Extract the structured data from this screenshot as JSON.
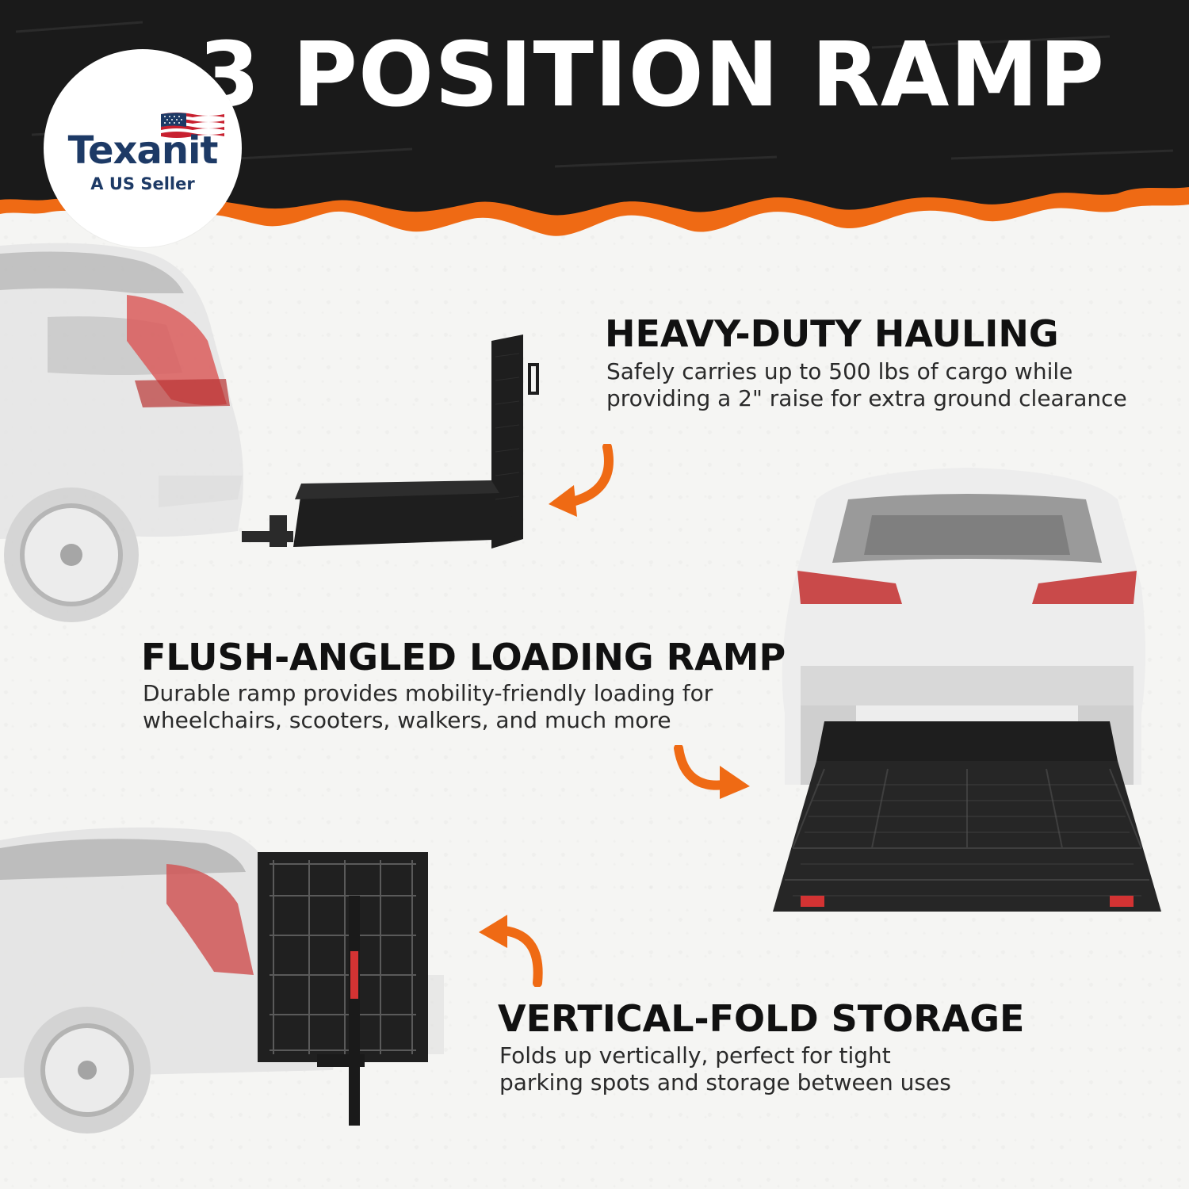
{
  "headline": "3 POSITION RAMP",
  "logo": {
    "name": "Texanit",
    "tagline": "A US Seller"
  },
  "features": [
    {
      "title": "HEAVY-DUTY HAULING",
      "lines": [
        "Safely carries up to 500 lbs of cargo while",
        "providing a 2\" raise for extra ground clearance"
      ]
    },
    {
      "title": "FLUSH-ANGLED LOADING RAMP",
      "lines": [
        "Durable ramp provides mobility-friendly loading for",
        "wheelchairs, scooters, walkers, and much more"
      ]
    },
    {
      "title": "VERTICAL-FOLD STORAGE",
      "lines": [
        "Folds up vertically, perfect for tight",
        "parking spots and storage between uses"
      ]
    }
  ],
  "colors": {
    "accent_orange": "#ef6a14",
    "header_black": "#1a1a1a",
    "text_dark": "#111111",
    "logo_navy": "#1d3a66"
  },
  "icons": [
    "us-flag-icon",
    "curved-arrow-icon"
  ]
}
